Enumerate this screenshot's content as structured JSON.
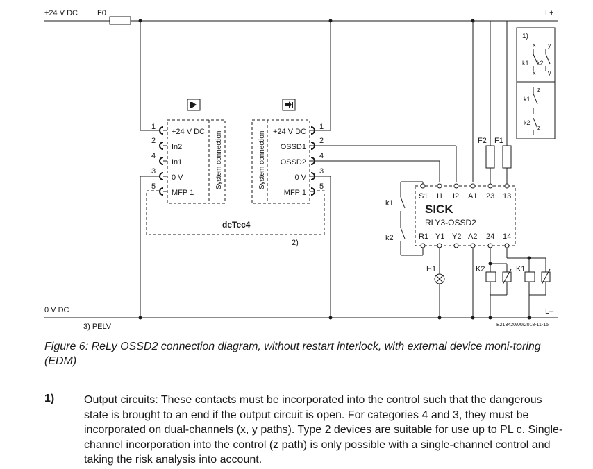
{
  "rails": {
    "supply_pos": "+24 V DC",
    "fuse_main": "F0",
    "rail_pos_right": "L+",
    "supply_neg": "0 V DC",
    "rail_neg_right": "L–",
    "pelv": "3) PELV",
    "doc_id": "E213420/00/2018-11-15"
  },
  "detec": {
    "name": "deTec4",
    "note": "2)",
    "sender": {
      "pins": [
        {
          "num": "1",
          "label": "+24 V DC"
        },
        {
          "num": "2",
          "label": "In2"
        },
        {
          "num": "4",
          "label": "In1"
        },
        {
          "num": "3",
          "label": "0 V"
        },
        {
          "num": "5",
          "label": "MFP 1"
        }
      ],
      "system_connection": "System connection",
      "icon": "sender-icon"
    },
    "receiver": {
      "pins": [
        {
          "num": "1",
          "label": "+24 V DC"
        },
        {
          "num": "2",
          "label": "OSSD1"
        },
        {
          "num": "4",
          "label": "OSSD2"
        },
        {
          "num": "3",
          "label": "0 V"
        },
        {
          "num": "5",
          "label": "MFP 1"
        }
      ],
      "system_connection": "System connection",
      "icon": "receiver-icon"
    }
  },
  "relay": {
    "brand": "SICK",
    "model": "RLY3-OSSD2",
    "top_terminals": [
      "S1",
      "I1",
      "I2",
      "A1",
      "23",
      "13"
    ],
    "bottom_terminals": [
      "R1",
      "Y1",
      "Y2",
      "A2",
      "24",
      "14"
    ],
    "k1": "k1",
    "k2": "k2"
  },
  "fuses": {
    "f2": "F2",
    "f1": "F1"
  },
  "lamp": "H1",
  "contactors": {
    "k2": "K2",
    "k1": "K1"
  },
  "inset": {
    "note": "1)",
    "k1": "k1",
    "k2": "k2",
    "x": "x",
    "y": "y",
    "z": "z"
  },
  "caption": "Figure 6: ReLy OSSD2 connection diagram, without restart interlock, with external device moni-toring (EDM)",
  "footnote": {
    "number": "1)",
    "text": "Output circuits: These contacts must be incorporated into the control such that the dangerous state is brought to an end if the output circuit is open. For categories 4 and 3, they must be incorporated on dual-channels (x, y paths). Type 2 devices are suitable for use up to PL c. Single-channel incorporation into the control (z path) is only possible with a single-channel control and taking the risk analysis into account."
  }
}
